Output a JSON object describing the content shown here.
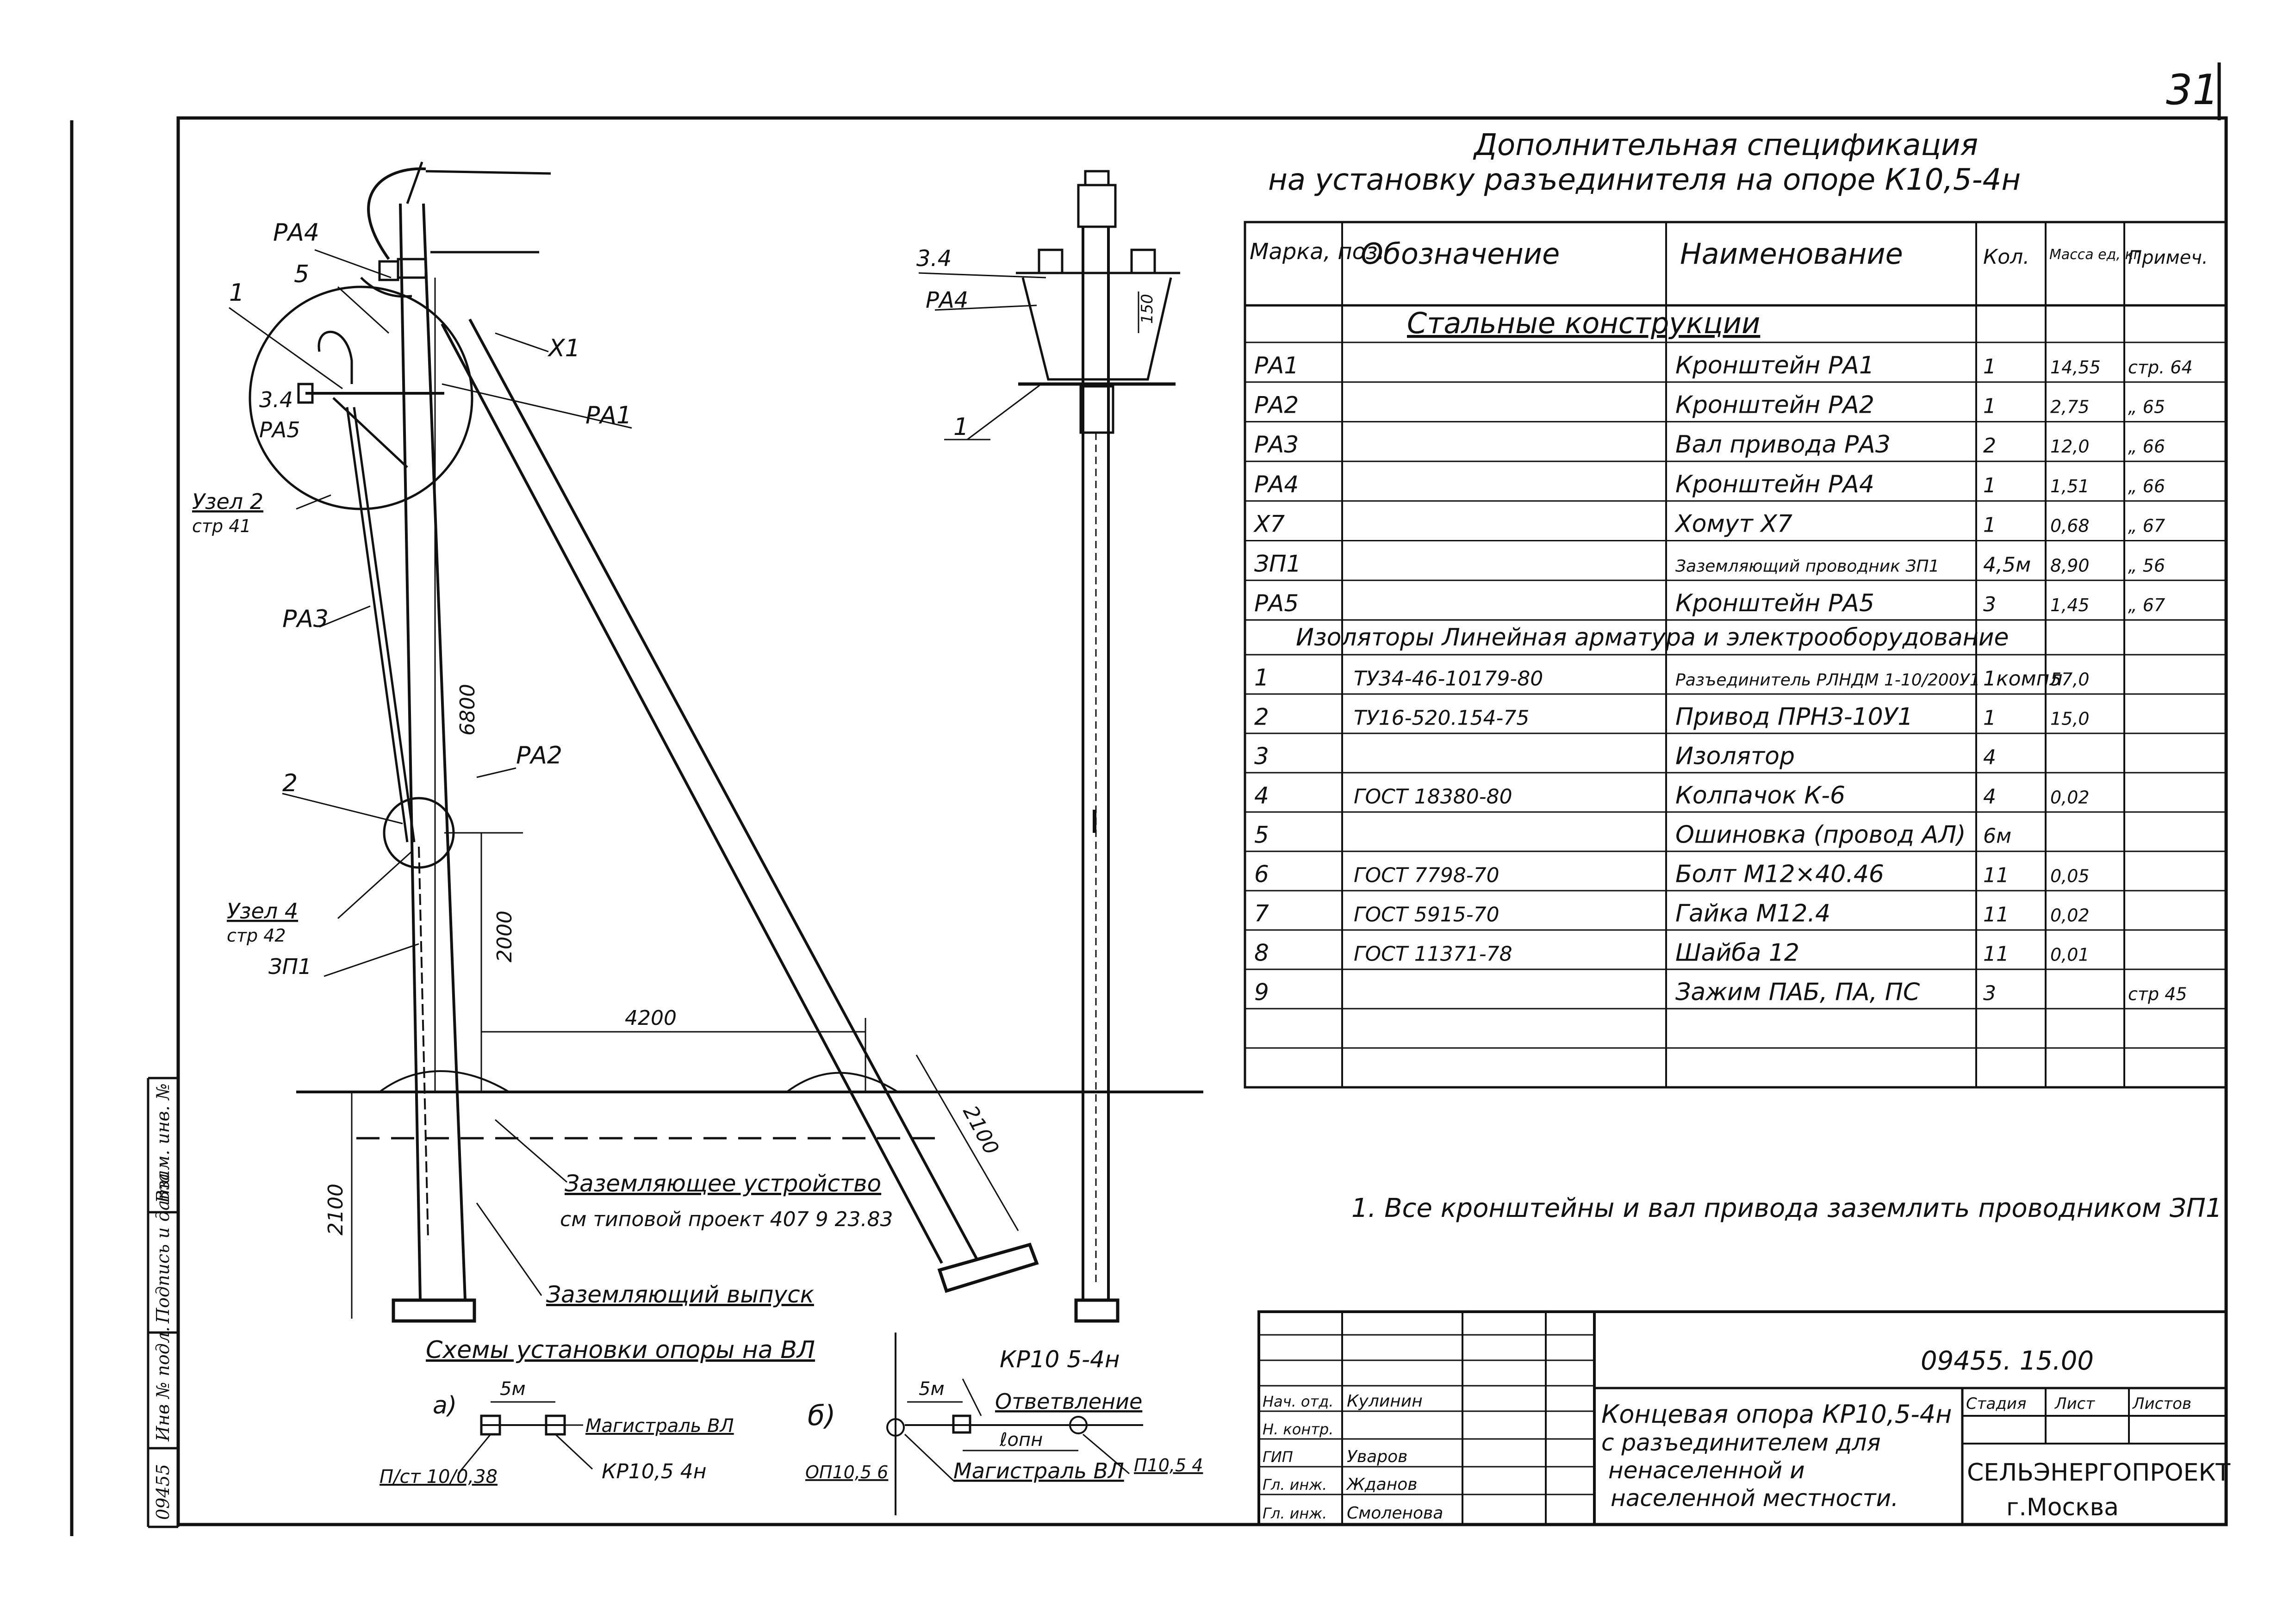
{
  "page_number": "31",
  "spec": {
    "title_line1": "Дополнительная спецификация",
    "title_line2": "на установку разъединителя на опоре К10,5-4н",
    "headers": [
      "Марка, поз.",
      "Обозначение",
      "Наименование",
      "Кол.",
      "Масса ед, кг",
      "Примеч."
    ],
    "section_steel": "Стальные конструкции",
    "steel_rows": [
      {
        "mark": "РА1",
        "designation": "",
        "name": "Кронштейн РА1",
        "qty": "1",
        "mass": "14,55",
        "note": "стр. 64"
      },
      {
        "mark": "РА2",
        "designation": "",
        "name": "Кронштейн РА2",
        "qty": "1",
        "mass": "2,75",
        "note": "„ 65"
      },
      {
        "mark": "РА3",
        "designation": "",
        "name": "Вал привода РА3",
        "qty": "2",
        "mass": "12,0",
        "note": "„ 66"
      },
      {
        "mark": "РА4",
        "designation": "",
        "name": "Кронштейн РА4",
        "qty": "1",
        "mass": "1,51",
        "note": "„ 66"
      },
      {
        "mark": "Х7",
        "designation": "",
        "name": "Хомут Х7",
        "qty": "1",
        "mass": "0,68",
        "note": "„ 67"
      },
      {
        "mark": "ЗП1",
        "designation": "",
        "name": "Заземляющий проводник ЗП1",
        "qty": "4,5м",
        "mass": "8,90",
        "note": "„ 56"
      },
      {
        "mark": "РА5",
        "designation": "",
        "name": "Кронштейн РА5",
        "qty": "3",
        "mass": "1,45",
        "note": "„ 67"
      }
    ],
    "section_insulators": "Изоляторы Линейная арматура и электрооборудование",
    "eq_rows": [
      {
        "mark": "1",
        "designation": "ТУ34-46-10179-80",
        "name": "Разъединитель РЛНДМ 1-10/200У1",
        "qty": "1компл",
        "mass": "57,0",
        "note": ""
      },
      {
        "mark": "2",
        "designation": "ТУ16-520.154-75",
        "name": "Привод ПРНЗ-10У1",
        "qty": "1",
        "mass": "15,0",
        "note": ""
      },
      {
        "mark": "3",
        "designation": "",
        "name": "Изолятор",
        "qty": "4",
        "mass": "",
        "note": ""
      },
      {
        "mark": "4",
        "designation": "ГОСТ 18380-80",
        "name": "Колпачок К-6",
        "qty": "4",
        "mass": "0,02",
        "note": ""
      },
      {
        "mark": "5",
        "designation": "",
        "name": "Ошиновка (провод АЛ)",
        "qty": "6м",
        "mass": "",
        "note": ""
      },
      {
        "mark": "6",
        "designation": "ГОСТ 7798-70",
        "name": "Болт М12×40.46",
        "qty": "11",
        "mass": "0,05",
        "note": ""
      },
      {
        "mark": "7",
        "designation": "ГОСТ 5915-70",
        "name": "Гайка М12.4",
        "qty": "11",
        "mass": "0,02",
        "note": ""
      },
      {
        "mark": "8",
        "designation": "ГОСТ 11371-78",
        "name": "Шайба 12",
        "qty": "11",
        "mass": "0,01",
        "note": ""
      },
      {
        "mark": "9",
        "designation": "",
        "name": "Зажим ПАБ, ПА, ПС",
        "qty": "3",
        "mass": "",
        "note": "стр 45"
      }
    ]
  },
  "note": "1. Все кронштейны и вал привода заземлить проводником ЗП1",
  "labels": {
    "pa4": "РА4",
    "five": "5",
    "one": "1",
    "x1": "Х1",
    "pa1": "РА1",
    "three4": "3.4",
    "pa5": "РА5",
    "uzel2": "Узел 2",
    "uzel2_ref": "стр 41",
    "pa3": "РА3",
    "two": "2",
    "pa2": "РА2",
    "uzel4": "Узел 4",
    "uzel4_ref": "стр 42",
    "zp1": "ЗП1",
    "dim_6800": "6800",
    "dim_2000": "2000",
    "dim_4200": "4200",
    "dim_2100": "2100",
    "dim_2100b": "2100",
    "dim_150": "150",
    "ground_device": "Заземляющее устройство",
    "ground_ref": "см типовой проект 407 9 23.83",
    "ground_outlet": "Заземляющий выпуск",
    "side_34": "3.4",
    "side_pa4": "РА4",
    "side_1": "1"
  },
  "schemes": {
    "title": "Схемы установки опоры на ВЛ",
    "a": "а)",
    "b": "б)",
    "a_5m": "5м",
    "a_main": "Магистраль ВЛ",
    "a_sub": "П/ст 10/0,38",
    "a_pole": "КР10,5 4н",
    "b_kr": "КР10 5-4н",
    "b_5m": "5м",
    "b_branch": "Ответвление",
    "b_lopn": "ℓопн",
    "b_main": "Магистраль ВЛ",
    "b_op": "ОП10,5 6",
    "b_p": "П10,5 4"
  },
  "sidebar": {
    "inv_orig": "Инв № подл.",
    "inv_num": "09455",
    "sign_date": "Подпись и дата",
    "replace": "Взам. инв. №"
  },
  "title_block": {
    "doc_number": "09455. 15.00",
    "roles": [
      "Нач. отд.",
      "Н. контр.",
      "ГИП",
      "Гл. инж.",
      "Гл. инж."
    ],
    "names": [
      "Кулинин",
      "",
      "Уваров",
      "Жданов",
      "Смоленова"
    ],
    "desc1": "Концевая опора КР10,5-4н",
    "desc2": "с разъединителем для",
    "desc3": "ненаселенной и",
    "desc4": "населенной местности.",
    "stage": "Стадия",
    "sheet": "Лист",
    "sheets": "Листов",
    "org": "СЕЛЬЭНЕРГОПРОЕКТ",
    "city": "г.Москва"
  }
}
